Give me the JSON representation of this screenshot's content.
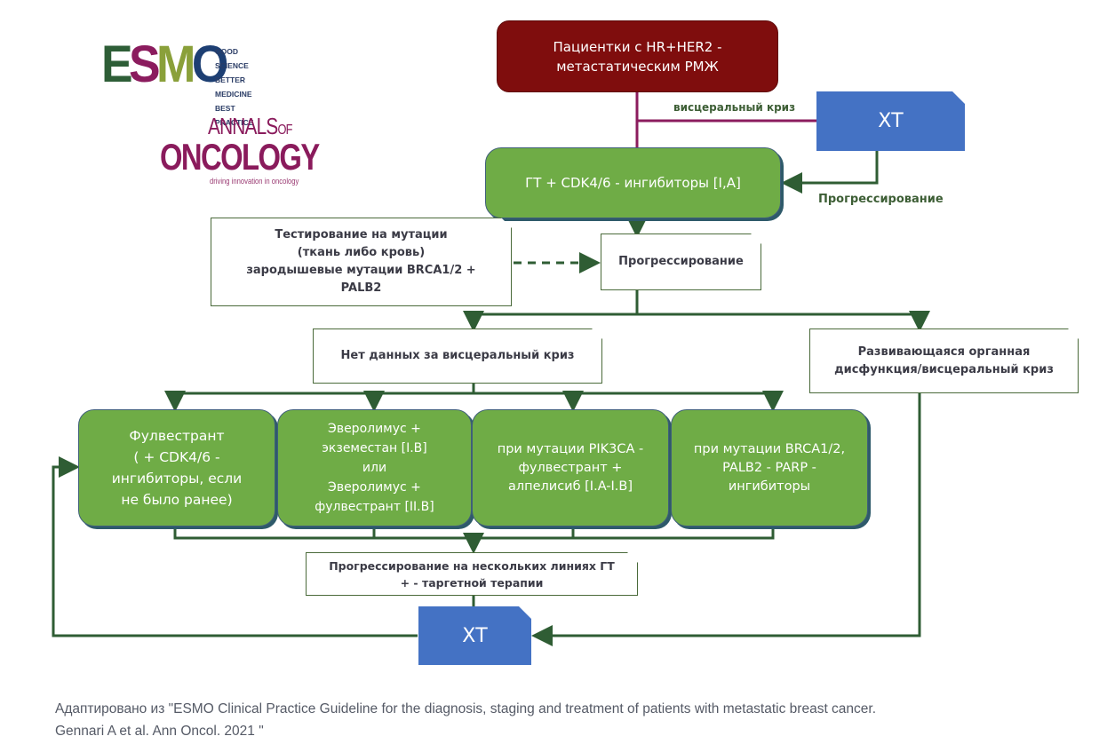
{
  "logos": {
    "esmo": {
      "letters": [
        "E",
        "S",
        "M",
        "O"
      ],
      "letter_colors": [
        "#2e5e37",
        "#8b1c5e",
        "#8aa03a",
        "#1d3f73"
      ],
      "tagline": "GOOD SCIENCE\nBETTER MEDICINE\nBEST PRACTICE"
    },
    "annals": {
      "line1": "ANNALS",
      "line1_suffix": "OF",
      "line2": "ONCOLOGY",
      "tagline": "driving innovation in oncology"
    }
  },
  "colors": {
    "start_node": "#7f0d0d",
    "treatment_node": "#6fac46",
    "chemo_node": "#4472c4",
    "connector_green": "#2f5d34",
    "connector_purple": "#8b1c5e",
    "label_text": "#3d5e35"
  },
  "nodes": {
    "start": "Пациентки с HR+HER2 -\nметастатическим РМЖ",
    "chemo_top": "ХТ",
    "first_line": "ГТ + CDK4/6 - ингибиторы [I,A]",
    "mutation_testing": "Тестирование на мутации\n(ткань либо кровь)\nзародышевые мутации BRCA1/2 +\nPALB2",
    "progression_1": "Прогрессирование",
    "no_visceral": "Нет данных за висцеральный криз",
    "organ_dysfunction": "Развивающаяся органная\nдисфункция/висцеральный криз",
    "options": [
      "Фулвестрант\n( + CDK4/6 -\nингибиторы, если\nне было ранее)",
      "Эверолимус +\nэкземестан [I.B]\nили\nЭверолимус +\nфулвестрант  [II.B]",
      "при мутации PIK3CA -\nфулвестрант +\nалпелисиб [I.A-I.B]",
      "при мутации BRCA1/2,\nPALB2 - PARP -\nингибиторы"
    ],
    "multi_line_progression": "Прогрессирование на нескольких линиях ГТ\n+ - таргетной терапии",
    "chemo_bottom": "ХТ"
  },
  "edge_labels": {
    "visceral_crisis": "висцеральный криз",
    "progression_loop": "Прогрессирование"
  },
  "footnote": "Адаптировано из \"ESMO Clinical Practice Guideline for the diagnosis, staging and treatment of patients with metastatic breast cancer.\nGennari A et al. Ann Oncol. 2021 \""
}
